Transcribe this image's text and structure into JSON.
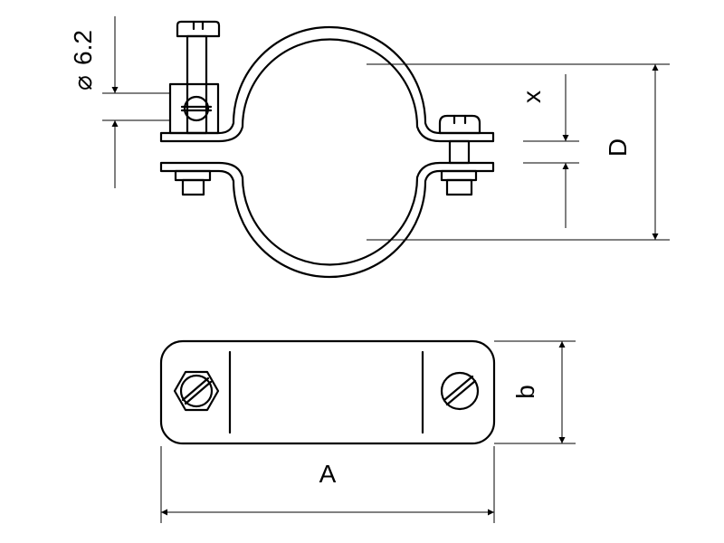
{
  "labels": {
    "hole_diameter": "6.2",
    "gap": "x",
    "pipe_diameter": "D",
    "length": "A",
    "width": "b"
  }
}
